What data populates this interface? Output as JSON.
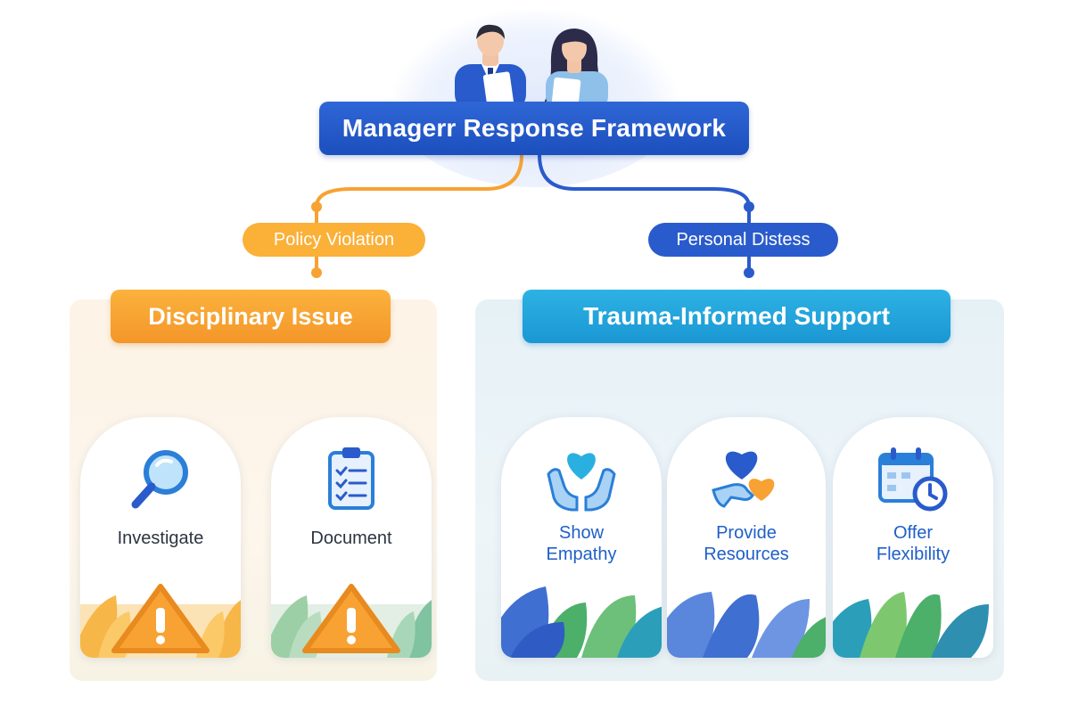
{
  "title": "Managerr Response Framework",
  "branches": {
    "left": {
      "trigger": "Policy Violation",
      "category": "Disciplinary Issue",
      "steps": [
        {
          "label": "Investigate",
          "icon": "magnifier-icon",
          "badge": "warning-triangle-icon"
        },
        {
          "label": "Document",
          "icon": "clipboard-checklist-icon",
          "badge": "warning-triangle-icon"
        }
      ]
    },
    "right": {
      "trigger": "Personal Distess",
      "category": "Trauma-Informed Support",
      "steps": [
        {
          "label": "Show Empathy",
          "line1": "Show",
          "line2": "Empathy",
          "icon": "hands-heart-icon"
        },
        {
          "label": "Provide Resources",
          "line1": "Provide",
          "line2": "Resources",
          "icon": "hand-hearts-icon"
        },
        {
          "label": "Offer Flexibility",
          "line1": "Offer",
          "line2": "Flexibility",
          "icon": "calendar-clock-icon"
        }
      ]
    }
  },
  "colors": {
    "title_blue": "#2058c8",
    "orange": "#f7a233",
    "green": "#7cb342",
    "cyan": "#22a7df",
    "navy": "#2a5bcc",
    "label_blue": "#1f5fc8"
  }
}
